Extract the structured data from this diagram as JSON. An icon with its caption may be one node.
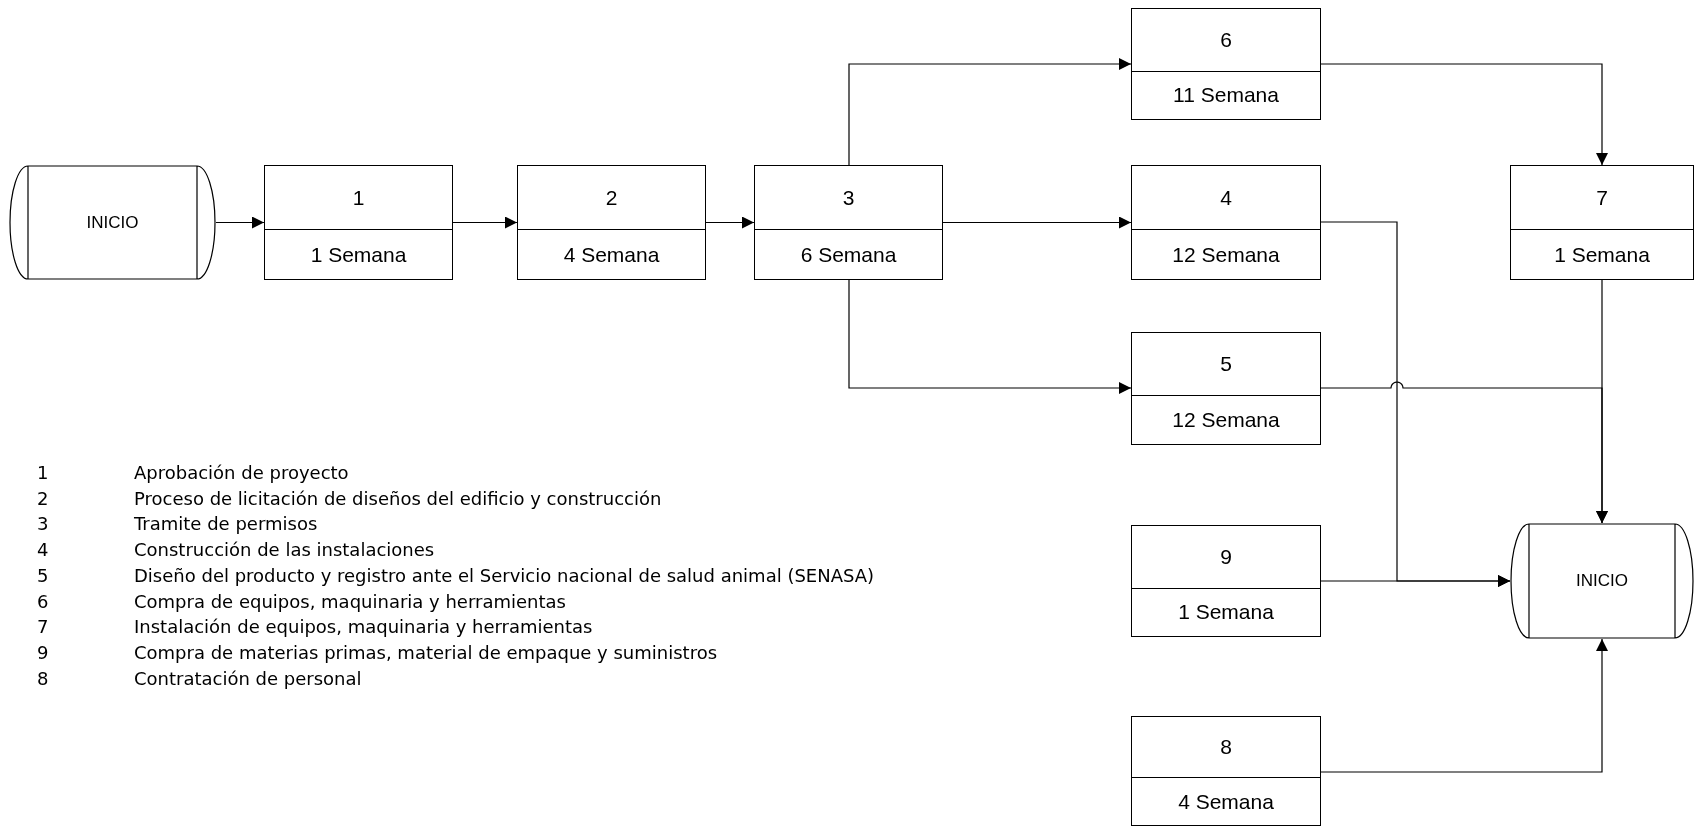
{
  "diagram": {
    "nodes": [
      {
        "text": [
          "INICIO"
        ]
      },
      {
        "text": [
          "1",
          "1 Semana"
        ]
      },
      {
        "text": [
          "2",
          "4 Semana"
        ]
      },
      {
        "text": [
          "3",
          "6 Semana"
        ]
      },
      {
        "text": [
          "6",
          "11 Semana"
        ]
      },
      {
        "text": [
          "4",
          "12 Semana"
        ]
      },
      {
        "text": [
          "7",
          "1 Semana"
        ]
      },
      {
        "text": [
          "5",
          "12 Semana"
        ]
      },
      {
        "text": [
          "9",
          "1 Semana"
        ]
      },
      {
        "text": [
          "INICIO"
        ]
      },
      {
        "text": [
          "8",
          "4 Semana"
        ]
      }
    ],
    "edges": [
      {
        "from": 0,
        "to": 1,
        "arrow": "to"
      },
      {
        "from": 1,
        "to": 2,
        "arrow": "to"
      },
      {
        "from": 2,
        "to": 3,
        "arrow": "to"
      },
      {
        "from": 3,
        "to": 4,
        "arrow": "to"
      },
      {
        "from": 3,
        "to": 5,
        "arrow": "to"
      },
      {
        "from": 3,
        "to": 7,
        "arrow": "to"
      },
      {
        "from": 4,
        "to": 6,
        "arrow": "to"
      },
      {
        "from": 5,
        "to": 9,
        "arrow": "to"
      },
      {
        "from": 7,
        "to": 9,
        "arrow": "to"
      },
      {
        "from": 6,
        "to": 9,
        "arrow": "to"
      },
      {
        "from": 8,
        "to": 9,
        "arrow": "to"
      },
      {
        "from": 10,
        "to": 9,
        "arrow": "to"
      }
    ],
    "labels": [
      "1",
      "Aprobación de proyecto",
      "2",
      "Proceso de licitación de diseños del edificio y construcción",
      "3",
      "Tramite de permisos",
      "4",
      "Construcción de las instalaciones",
      "5",
      "Diseño del producto y registro ante el Servicio nacional de salud animal (SENASA)",
      "6",
      "Compra de equipos, maquinaria y herramientas",
      "7",
      "Instalación de equipos, maquinaria y herramientas",
      "9",
      "Compra de materias primas, material de empaque y suministros",
      "8",
      "Contratación de personal"
    ]
  }
}
